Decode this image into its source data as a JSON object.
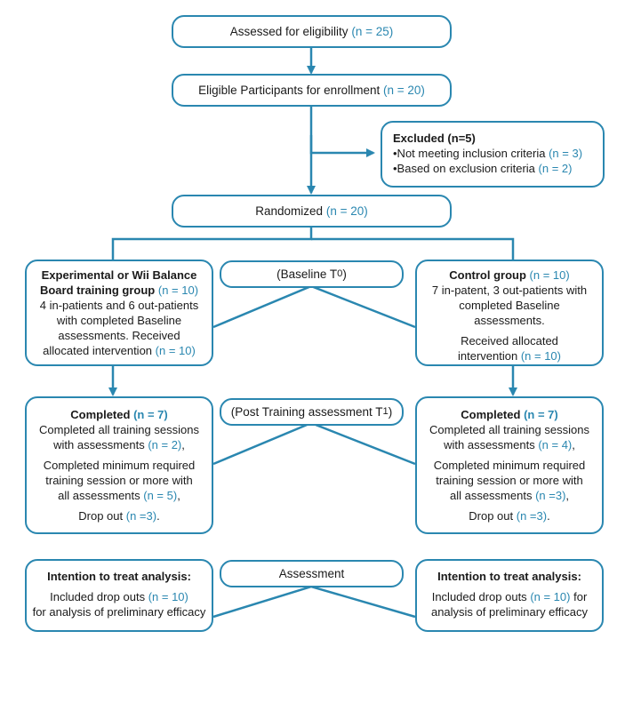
{
  "assessed": {
    "label": "Assessed for eligibility",
    "n": "(n = 25)"
  },
  "eligible": {
    "label": "Eligible Participants for enrollment",
    "n": "(n = 20)"
  },
  "excluded": {
    "title": "Excluded",
    "n": "(n=5)",
    "line1": "•Not meeting inclusion criteria",
    "line1_n": "(n = 3)",
    "line2": "•Based on exclusion criteria",
    "line2_n": "(n = 2)"
  },
  "randomized": {
    "label": "Randomized",
    "n": "(n = 20)"
  },
  "experimental": {
    "title1": "Experimental or Wii Balance",
    "title2": "Board training group",
    "n": "(n = 10)",
    "l1": "4 in-patients and 6 out-patients",
    "l2": "with completed Baseline",
    "l3": "assessments. Received",
    "l4": "allocated intervention",
    "l4_n": "(n = 10)"
  },
  "baseline": {
    "label": "(Baseline T",
    "sub": "0",
    "close": ")"
  },
  "control": {
    "title": "Control group",
    "n": "(n = 10)",
    "l1": "7 in-patent, 3 out-patients with",
    "l2": "completed Baseline",
    "l3": "assessments.",
    "l4": "Received allocated",
    "l5": "intervention",
    "l5_n": "(n = 10)"
  },
  "completed_left": {
    "title": "Completed",
    "n": "(n = 7)",
    "l1": "Completed all training sessions",
    "l2": "with assessments",
    "l2_n": "(n = 2)",
    "l2_tail": ",",
    "l3": "Completed minimum required",
    "l4": "training session or more with",
    "l5": "all assessments",
    "l5_n": "(n = 5)",
    "l5_tail": ",",
    "l6": "Drop out",
    "l6_n": "(n =3)",
    "l6_tail": "."
  },
  "post_training": {
    "label": "(Post Training assessment T",
    "sub": "1",
    "close": ")"
  },
  "completed_right": {
    "title": "Completed",
    "n": "(n = 7)",
    "l1": "Completed all training sessions",
    "l2": "with assessments",
    "l2_n": "(n = 4)",
    "l2_tail": ",",
    "l3": "Completed minimum required",
    "l4": "training session or more with",
    "l5": "all assessments",
    "l5_n": "(n =3)",
    "l5_tail": ",",
    "l6": "Drop out",
    "l6_n": "(n =3)",
    "l6_tail": "."
  },
  "assessment": {
    "label": "Assessment"
  },
  "itt_left": {
    "title": "Intention to treat analysis:",
    "l1": "Included drop outs",
    "l1_n": "(n = 10)",
    "l2": "for analysis of preliminary efficacy"
  },
  "itt_right": {
    "title": "Intention to treat analysis:",
    "l1": "Included drop outs",
    "l1_n": "(n = 10)",
    "l1_tail": "for",
    "l2": "analysis of preliminary efficacy"
  },
  "colors": {
    "accent": "#2a87b0",
    "text": "#1a1a1a"
  }
}
